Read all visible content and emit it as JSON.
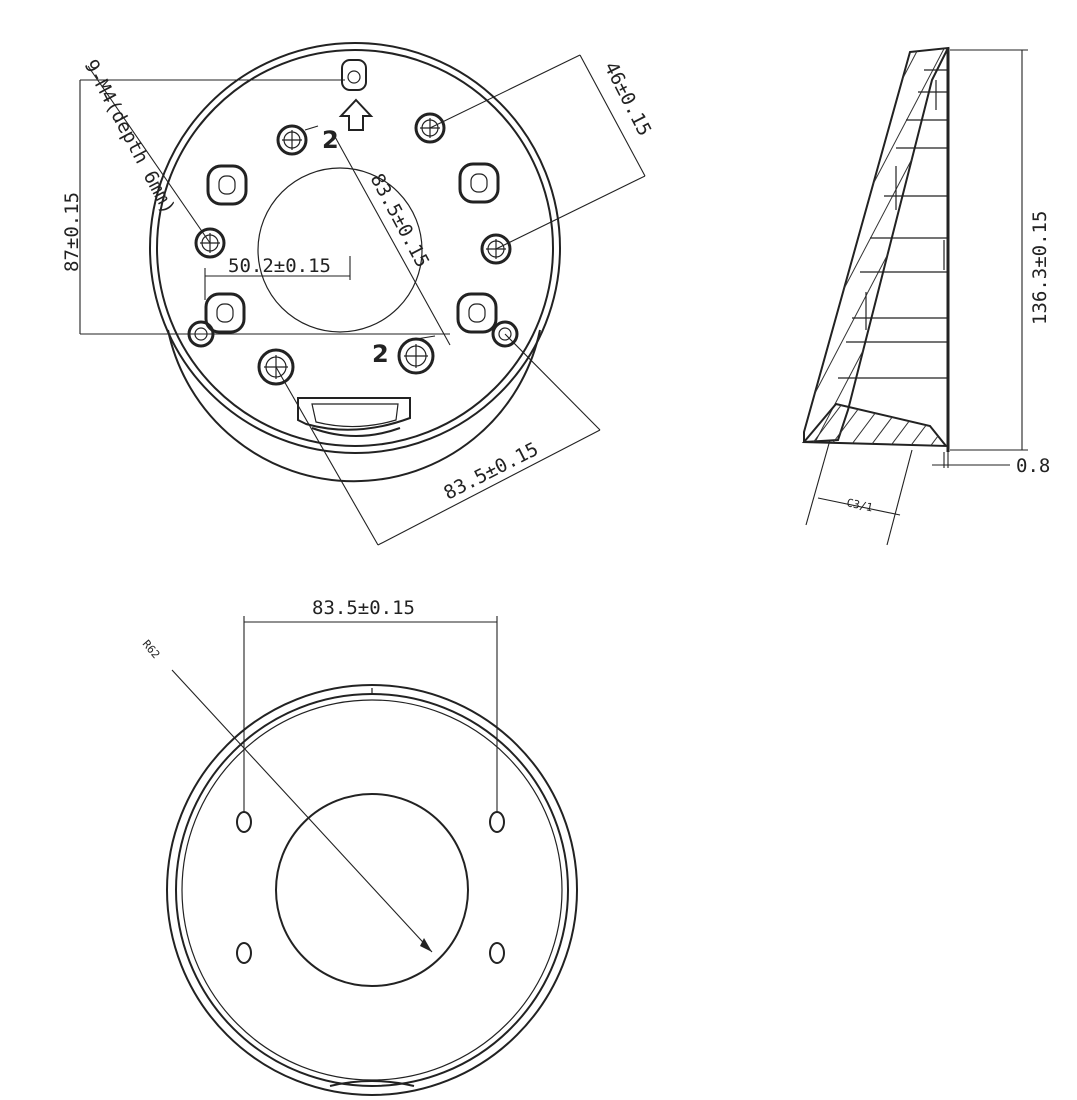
{
  "views": {
    "top": {
      "thread_note": "9-M4(depth 6mm)",
      "dim_height": "87±0.15",
      "dim_offset": "50.2±0.15",
      "dim_diagonal": "83.5±0.15",
      "dim_bottom": "83.5±0.15",
      "dim_right": "46±0.15",
      "hole_marker_top": "2",
      "hole_marker_bottom": "2"
    },
    "side": {
      "dim_height": "136.3±0.15",
      "dim_thickness": "0.8",
      "dim_small": "C3/1"
    },
    "bottom": {
      "dim_width": "83.5±0.15",
      "dim_radius": "R62"
    }
  }
}
